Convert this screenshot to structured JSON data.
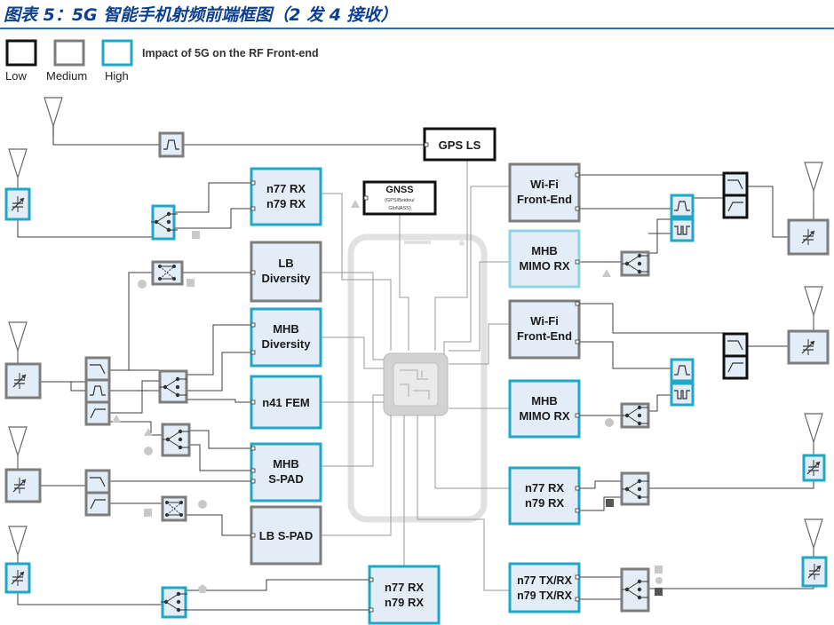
{
  "title": "图表 5：5G 智能手机射频前端框图（2 发 4 接收）",
  "legend": {
    "items": [
      "Low",
      "Medium",
      "High"
    ],
    "caption": "Impact of 5G on the RF Front-end"
  },
  "blocks": {
    "gps": "GPS LS",
    "gnss_title": "GNSS",
    "gnss_sub1": "(GPS/Beidou/",
    "gnss_sub2": "GloNASS)",
    "n77rx_a": [
      "n77 RX",
      "n79 RX"
    ],
    "lb_div": [
      "LB",
      "Diversity"
    ],
    "mhb_div": [
      "MHB",
      "Diversity"
    ],
    "n41": "n41 FEM",
    "mhb_spad": [
      "MHB",
      "S-PAD"
    ],
    "lb_spad": "LB S-PAD",
    "n77rx_bottom": [
      "n77 RX",
      "n79 RX"
    ],
    "wifi_a": [
      "Wi-Fi",
      "Front-End"
    ],
    "mhb_mimo_a": [
      "MHB",
      "MIMO RX"
    ],
    "wifi_b": [
      "Wi-Fi",
      "Front-End"
    ],
    "mhb_mimo_b": [
      "MHB",
      "MIMO RX"
    ],
    "n77rx_right": [
      "n77 RX",
      "n79 RX"
    ],
    "n77tx": [
      "n77 TX/RX",
      "n79 TX/RX"
    ]
  },
  "colors": {
    "low": "#111111",
    "medium": "#7d7d7d",
    "high": "#1fa7c8",
    "high_light": "#8fd3e5",
    "block_fill": "#e3edf8",
    "title": "#0d3f8c"
  },
  "icons": [
    "antenna-icon",
    "tuner-icon",
    "switch-icon",
    "filter-icon",
    "processor-chip-icon",
    "phone-outline-icon"
  ]
}
